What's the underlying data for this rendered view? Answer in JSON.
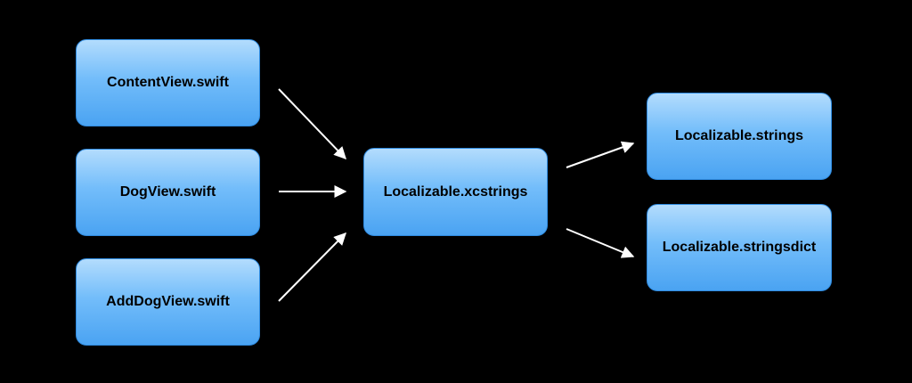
{
  "diagram": {
    "nodes": {
      "content_view": "ContentView.swift",
      "dog_view": "DogView.swift",
      "add_dog_view": "AddDogView.swift",
      "xcstrings": "Localizable.xcstrings",
      "strings": "Localizable.strings",
      "stringsdict": "Localizable.stringsdict"
    },
    "colors": {
      "background": "#000000",
      "node_fill_top": "#b3dcfd",
      "node_fill_bottom": "#4aa3f2",
      "node_border": "#2f8be0",
      "arrow": "#ffffff",
      "text": "#000000"
    }
  }
}
